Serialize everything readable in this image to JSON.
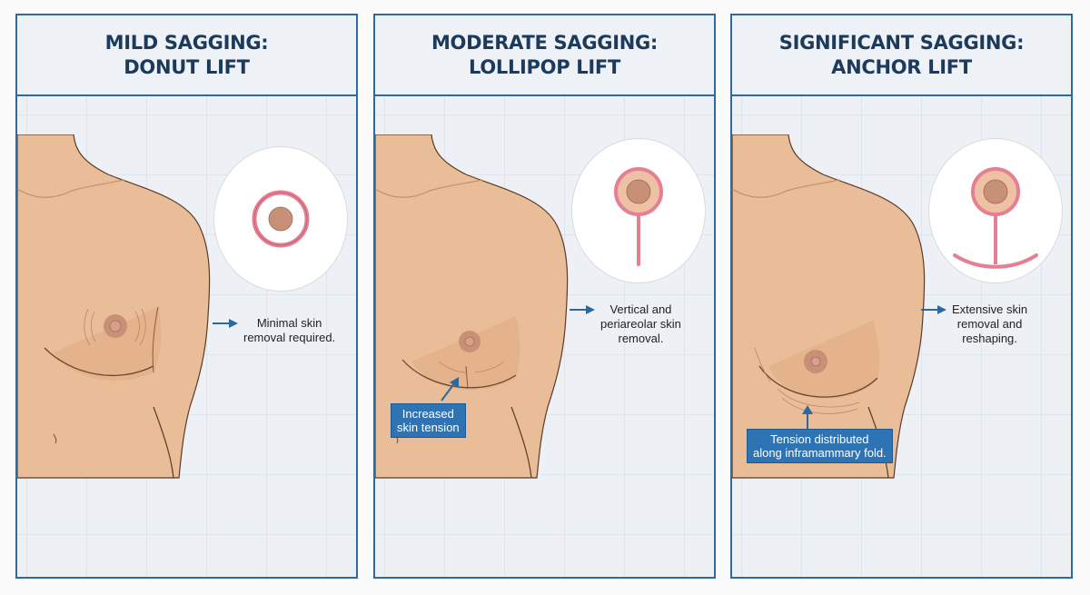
{
  "colors": {
    "border": "#2f6a9a",
    "title": "#1b3a5c",
    "skin": "#e9bd98",
    "skin_shadow": "#d9a683",
    "areola": "#c89077",
    "incision": "#e57f93",
    "callout_bg": "#2e74b5",
    "arrow": "#2a6aa0"
  },
  "panels": [
    {
      "id": "mild",
      "title_line1": "MILD SAGGING:",
      "title_line2": "DONUT LIFT",
      "incision_pattern": "donut-periareolar-ring",
      "note": {
        "icon": "arrow-right-icon",
        "line1": "Minimal skin",
        "line2": "removal required.",
        "line3": ""
      },
      "callout": null
    },
    {
      "id": "moderate",
      "title_line1": "MODERATE SAGGING:",
      "title_line2": "LOLLIPOP LIFT",
      "incision_pattern": "lollipop-ring-plus-vertical",
      "note": {
        "icon": "arrow-right-icon",
        "line1": "Vertical and",
        "line2": "periareolar skin",
        "line3": "removal."
      },
      "callout": {
        "icon": "arrow-up-right-icon",
        "line1": "Increased",
        "line2": "skin tension"
      }
    },
    {
      "id": "significant",
      "title_line1": "SIGNIFICANT SAGGING:",
      "title_line2": "ANCHOR LIFT",
      "incision_pattern": "anchor-ring-vertical-inframammary",
      "note": {
        "icon": "arrow-right-icon",
        "line1": "Extensive skin",
        "line2": "removal and",
        "line3": "reshaping."
      },
      "callout": {
        "icon": "arrow-up-icon",
        "line1": "Tension distributed",
        "line2": "along inframammary fold."
      }
    }
  ]
}
